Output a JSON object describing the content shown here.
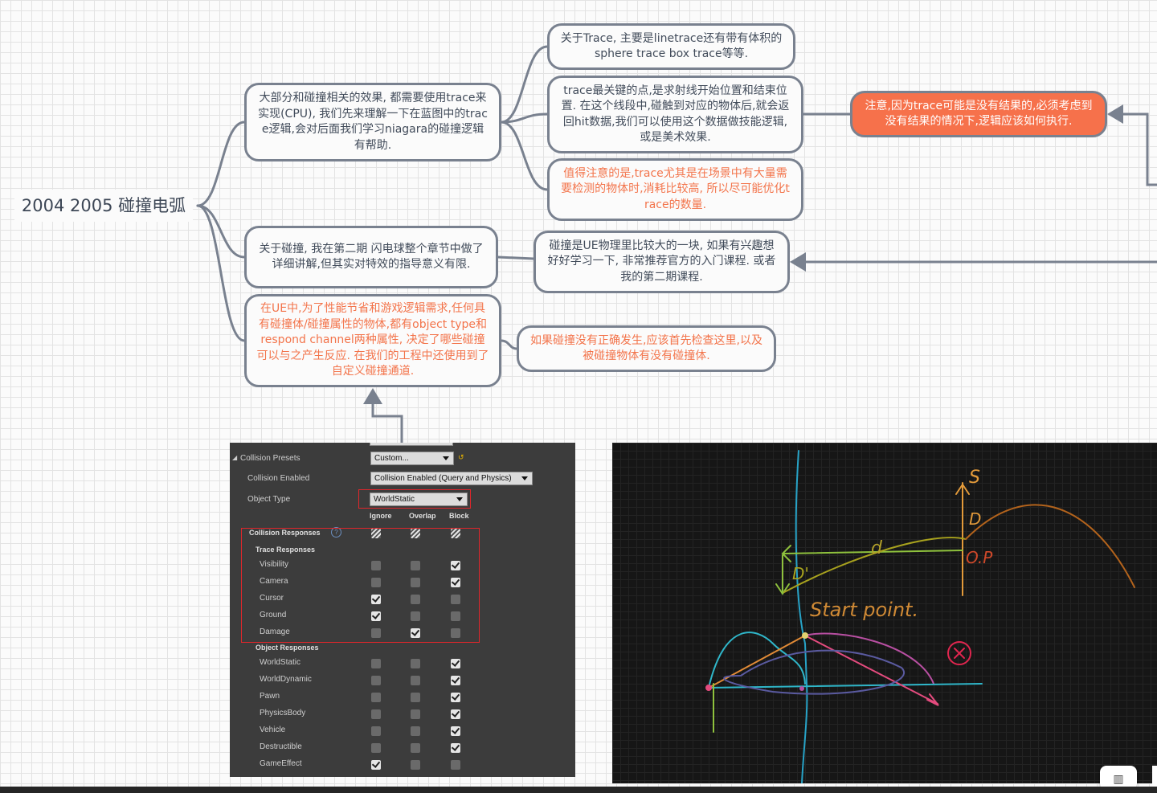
{
  "mindmap": {
    "root_title": "2004 2005 碰撞电弧",
    "node_a": "大部分和碰撞相关的效果, 都需要使用trace来实现(CPU), 我们先来理解一下在蓝图中的trace逻辑,会对后面我们学习niagara的碰撞逻辑有帮助.",
    "node_a1": "关于Trace, 主要是linetrace还有带有体积的sphere trace box trace等等.",
    "node_a2": "trace最关键的点,是求射线开始位置和结束位置. 在这个线段中,碰触到对应的物体后,就会返回hit数据,我们可以使用这个数据做技能逻辑,或是美术效果.",
    "node_a2_note": "注意,因为trace可能是没有结果的,必须考虑到没有结果的情况下,逻辑应该如何执行.",
    "node_a3": "值得注意的是,trace尤其是在场景中有大量需要检测的物体时,消耗比较高, 所以尽可能优化trace的数量.",
    "node_b": "关于碰撞, 我在第二期 闪电球整个章节中做了详细讲解,但其实对特效的指导意义有限.",
    "node_b1": "碰撞是UE物理里比较大的一块, 如果有兴趣想好好学习一下, 非常推荐官方的入门课程. 或者我的第二期课程.",
    "node_c": "在UE中,为了性能节省和游戏逻辑需求,任何具有碰撞体/碰撞属性的物体,都有object type和 respond channel两种属性, 决定了哪些碰撞可以与之产生反应. 在我们的工程中还使用到了自定义碰撞通道.",
    "node_c1": "如果碰撞没有正确发生,应该首先检查这里,以及被碰撞物体有没有碰撞体.",
    "colors": {
      "line": "#79818f",
      "accent": "#f6714b",
      "orange_text": "#f3744b"
    }
  },
  "collision_panel": {
    "presets_label": "Collision Presets",
    "presets_value": "Custom...",
    "enabled_label": "Collision Enabled",
    "enabled_value": "Collision Enabled (Query and Physics)",
    "object_type_label": "Object Type",
    "object_type_value": "WorldStatic",
    "col_ignore": "Ignore",
    "col_overlap": "Overlap",
    "col_block": "Block",
    "responses_label": "Collision Responses",
    "trace_label": "Trace Responses",
    "object_label": "Object Responses",
    "trace_rows": [
      {
        "name": "Visibility",
        "state": "block"
      },
      {
        "name": "Camera",
        "state": "block"
      },
      {
        "name": "Cursor",
        "state": "ignore"
      },
      {
        "name": "Ground",
        "state": "ignore"
      },
      {
        "name": "Damage",
        "state": "overlap"
      }
    ],
    "object_rows": [
      {
        "name": "WorldStatic",
        "state": "block"
      },
      {
        "name": "WorldDynamic",
        "state": "block"
      },
      {
        "name": "Pawn",
        "state": "block"
      },
      {
        "name": "PhysicsBody",
        "state": "block"
      },
      {
        "name": "Vehicle",
        "state": "block"
      },
      {
        "name": "Destructible",
        "state": "block"
      },
      {
        "name": "GameEffect",
        "state": "ignore"
      }
    ]
  },
  "sketch": {
    "label_s": "S",
    "label_d": "D",
    "label_d_small": "d",
    "label_d_prime": "D'",
    "label_op": "O.P",
    "label_start": "Start point."
  },
  "controls": {
    "map_icon": "map-icon"
  }
}
